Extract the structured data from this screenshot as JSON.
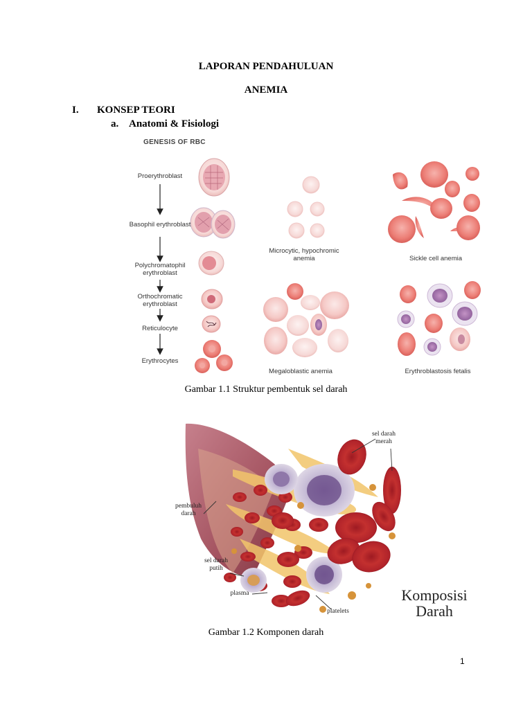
{
  "document": {
    "title": "LAPORAN PENDAHULUAN",
    "subtitle": "ANEMIA",
    "section_number": "I.",
    "section_title": "KONSEP TEORI",
    "subsection_letter": "a.",
    "subsection_title": "Anatomi & Fisiologi",
    "page_number": "1"
  },
  "figure1": {
    "title": "GENESIS OF RBC",
    "stages": [
      "Proerythroblast",
      "Basophil erythroblast",
      "Polychromatophil erythroblast",
      "Orthochromatic erythroblast",
      "Reticulocyte",
      "Erythrocytes"
    ],
    "panels": [
      "Microcytic, hypochromic anemia",
      "Sickle cell anemia",
      "Megaloblastic anemia",
      "Erythroblastosis fetalis"
    ],
    "caption": "Gambar 1.1 Struktur pembentuk sel darah"
  },
  "figure2": {
    "labels": {
      "rbc": "sel darah merah",
      "vessel": "pembuluh darah",
      "wbc": "sel darah putih",
      "plasma": "plasma",
      "platelets": "platelets"
    },
    "title": "Komposisi Darah",
    "caption": "Gambar 1.2 Komponen darah"
  }
}
